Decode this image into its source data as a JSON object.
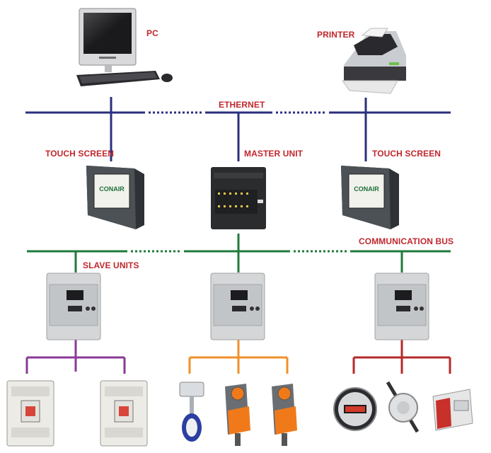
{
  "labels": {
    "pc": "PC",
    "printer": "PRINTER",
    "ethernet": "ETHERNET",
    "touch_screen_left": "TOUCH SCREEN",
    "master_unit": "MASTER UNIT",
    "touch_screen_right": "TOUCH SCREEN",
    "communication_bus": "COMMUNICATION BUS",
    "slave_units": "SLAVE UNITS"
  },
  "screen_logo": "CONAIR",
  "colors": {
    "label": "#c0272d",
    "ethernet_line": "#2b2f7e",
    "bus_line": "#1f7a3c",
    "group_purple": "#8a3a96",
    "group_orange": "#f0902a",
    "group_red": "#b42a2a"
  }
}
